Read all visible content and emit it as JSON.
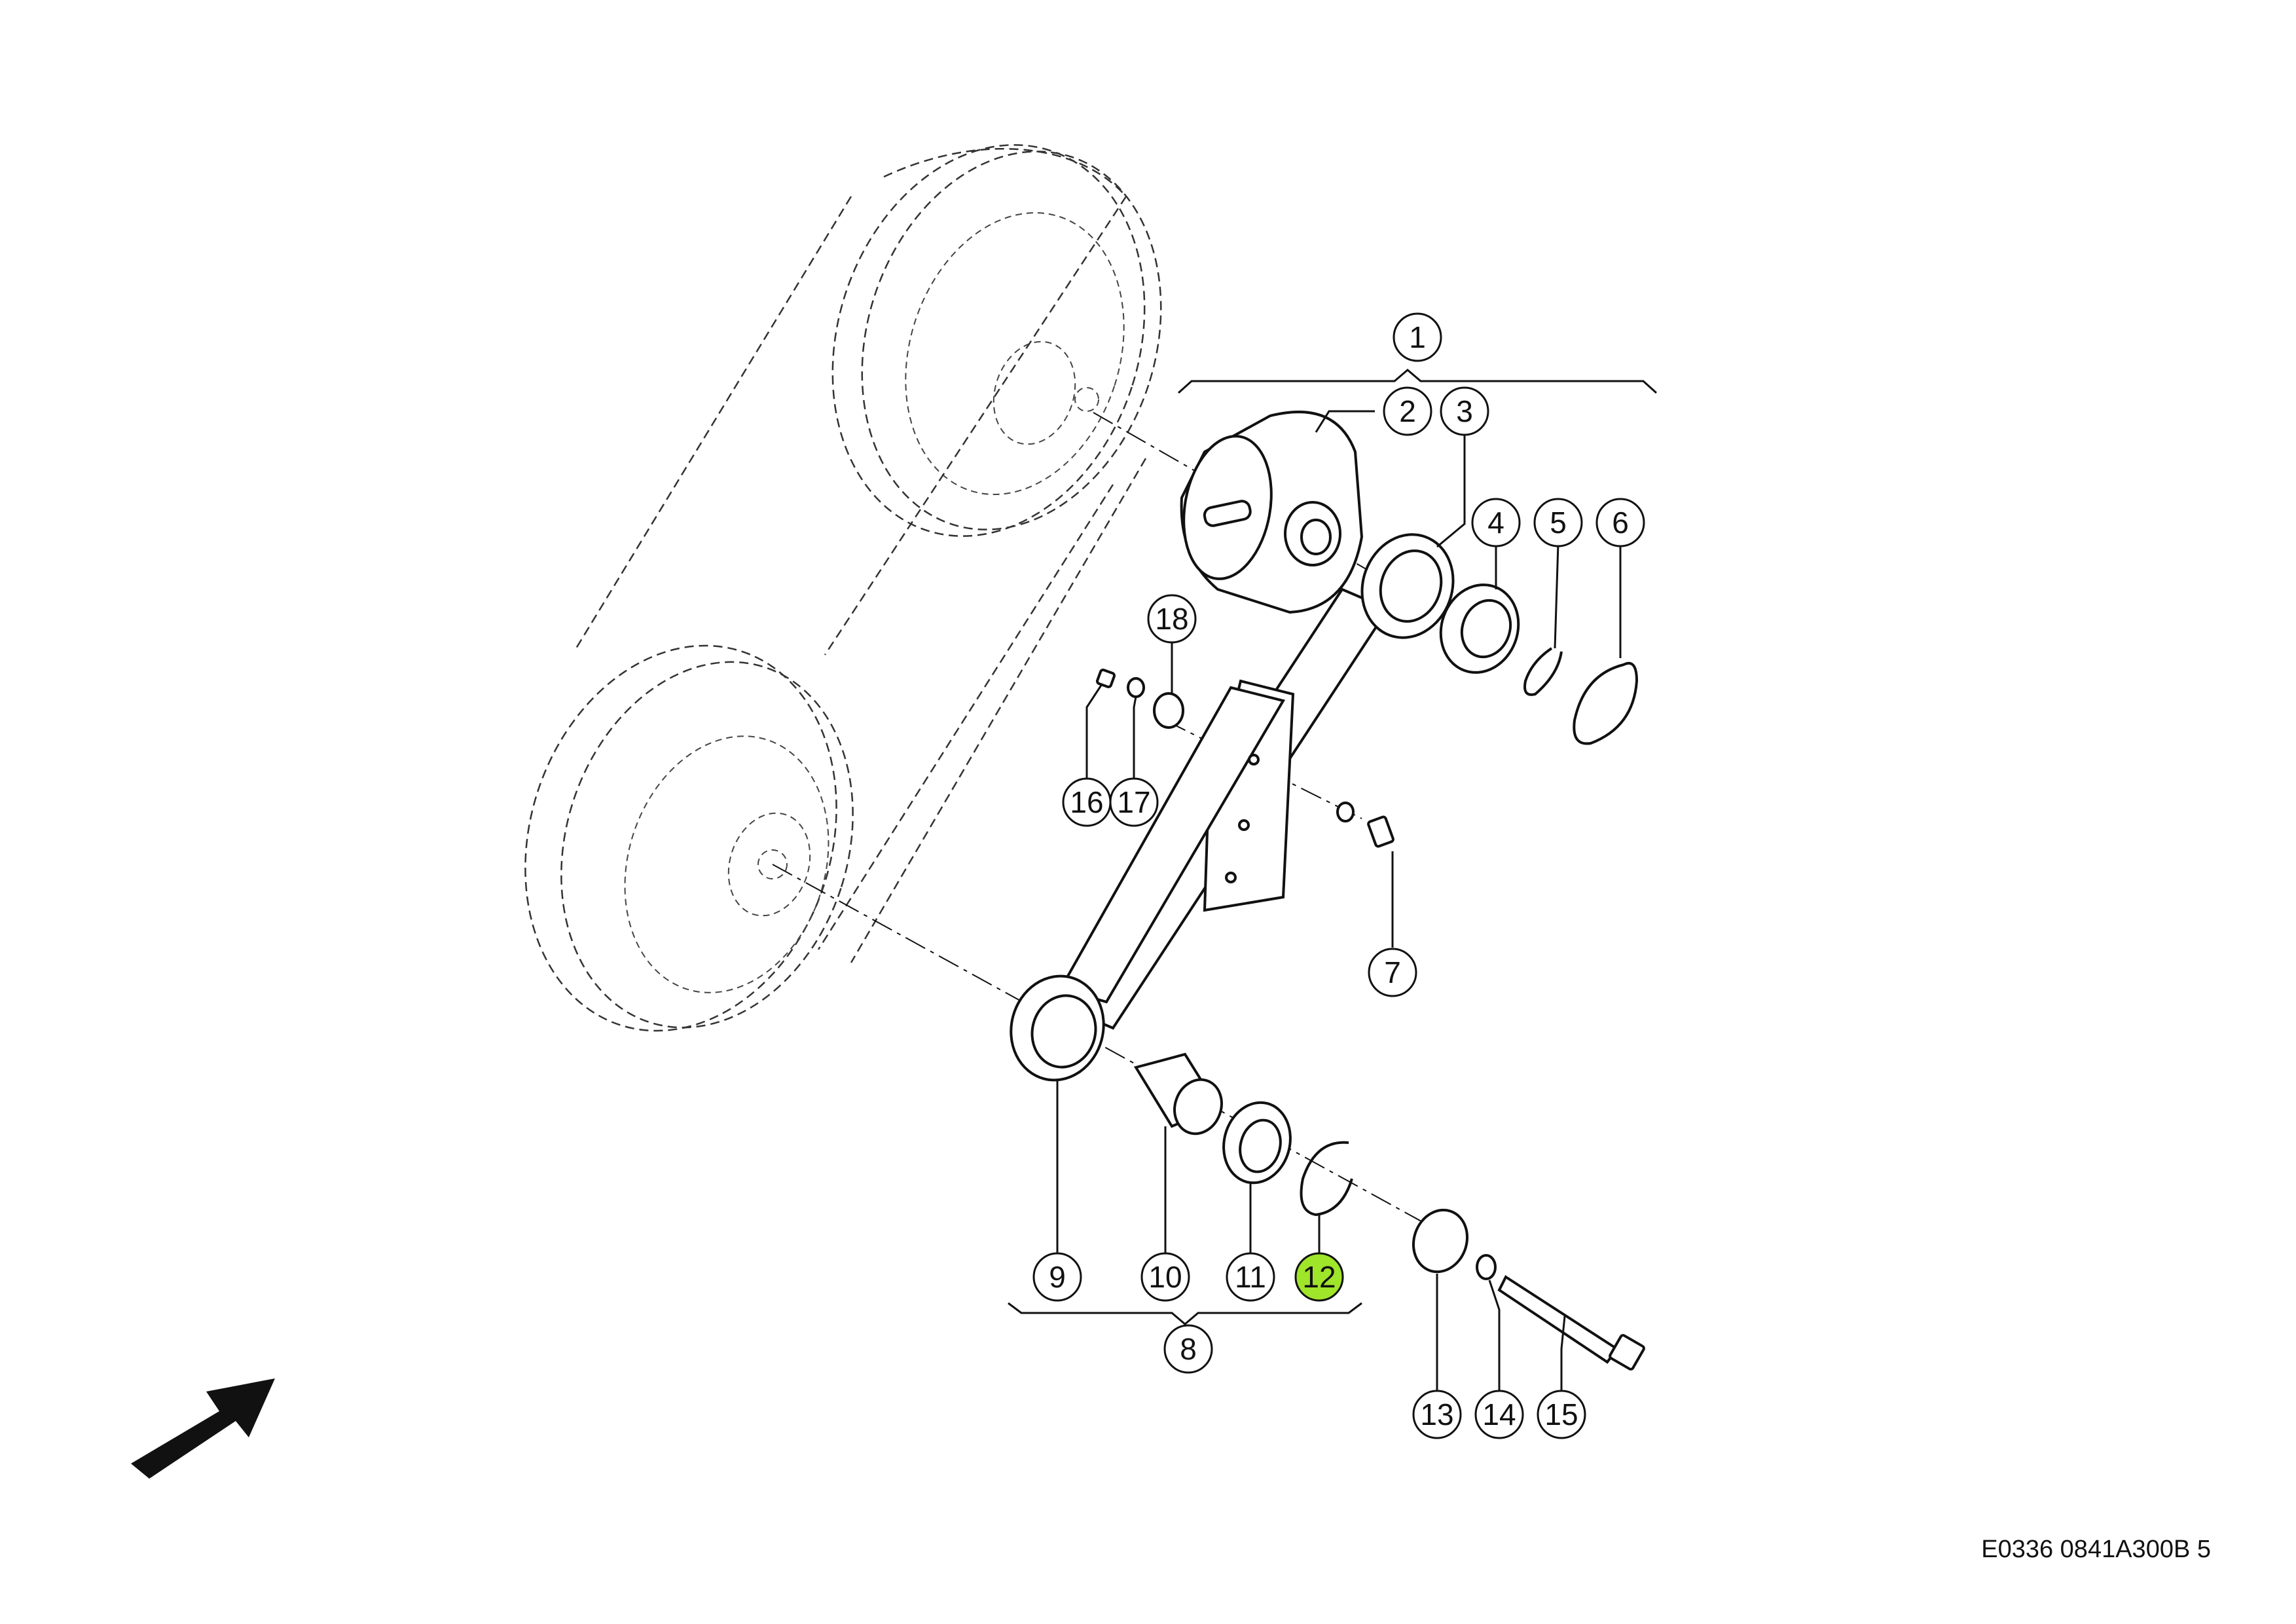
{
  "callouts": [
    {
      "label": "1"
    },
    {
      "label": "2"
    },
    {
      "label": "3"
    },
    {
      "label": "4"
    },
    {
      "label": "5"
    },
    {
      "label": "6"
    },
    {
      "label": "7"
    },
    {
      "label": "8"
    },
    {
      "label": "9"
    },
    {
      "label": "10"
    },
    {
      "label": "11"
    },
    {
      "label": "12",
      "highlighted": true
    },
    {
      "label": "13"
    },
    {
      "label": "14"
    },
    {
      "label": "15"
    },
    {
      "label": "16"
    },
    {
      "label": "17"
    },
    {
      "label": "18"
    }
  ],
  "footer": {
    "code": "E0336 0841A300B 5"
  },
  "colors": {
    "highlight": "#9fe52a",
    "line": "#111111"
  }
}
